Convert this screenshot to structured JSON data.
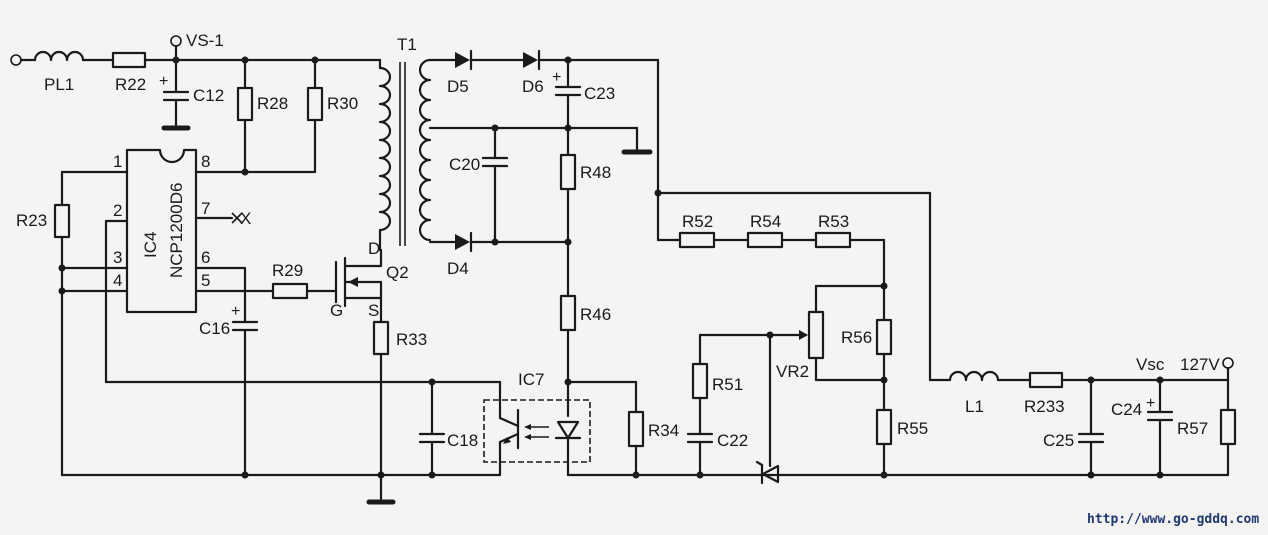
{
  "labels": {
    "PL1": "PL1",
    "R22": "R22",
    "VS1": "VS-1",
    "C12": "C12",
    "R28": "R28",
    "R30": "R30",
    "T1": "T1",
    "D5": "D5",
    "D6": "D6",
    "C23": "C23",
    "C20": "C20",
    "R48": "R48",
    "D4": "D4",
    "IC4": "IC4",
    "NCP": "NCP1200D6",
    "R23": "R23",
    "R29": "R29",
    "Q2": "Q2",
    "D": "D",
    "G": "G",
    "S": "S",
    "R33": "R33",
    "C16": "C16",
    "R46": "R46",
    "R52": "R52",
    "R54": "R54",
    "R53": "R53",
    "R56": "R56",
    "VR2": "VR2",
    "R51": "R51",
    "C22": "C22",
    "IC7": "IC7",
    "R34": "R34",
    "C18": "C18",
    "R55": "R55",
    "L1": "L1",
    "R233": "R233",
    "Vsc": "Vsc",
    "V127": "127V",
    "C24": "C24",
    "C25": "C25",
    "R57": "R57",
    "X": "X"
  },
  "pins": {
    "p1": "1",
    "p2": "2",
    "p3": "3",
    "p4": "4",
    "p5": "5",
    "p6": "6",
    "p7": "7",
    "p8": "8"
  },
  "watermark": {
    "url": "http://www.go-gddq.com"
  }
}
